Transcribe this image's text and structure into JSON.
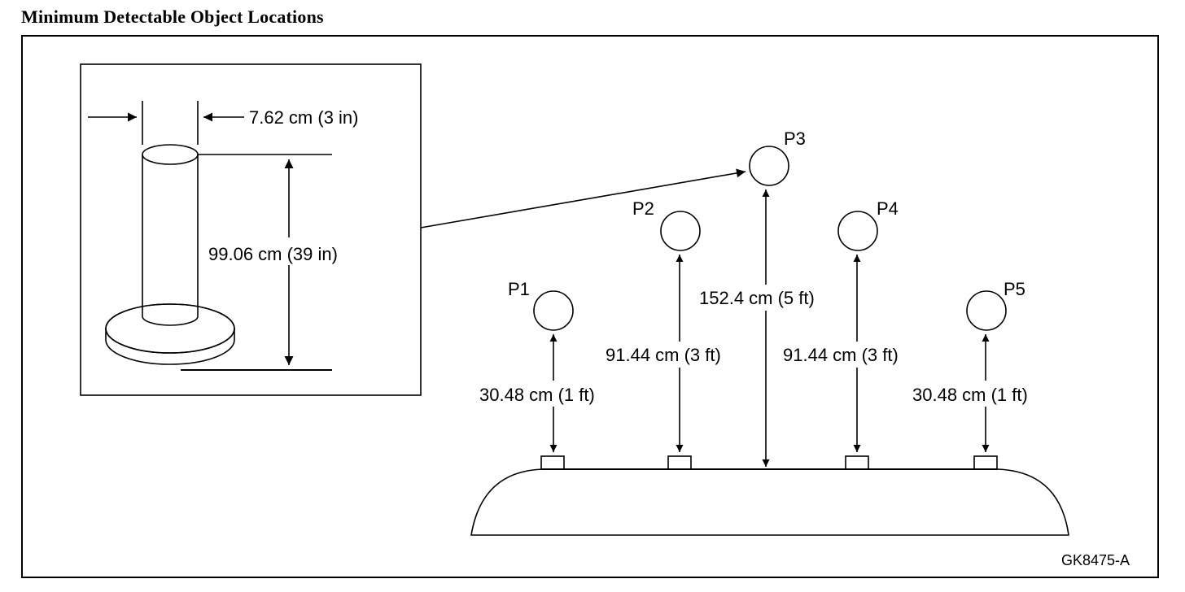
{
  "title": "Minimum Detectable Object Locations",
  "inset": {
    "diameter_label": "7.62 cm (3 in)",
    "height_label": "99.06 cm (39 in)"
  },
  "points": [
    {
      "id": "P1",
      "label": "P1",
      "distance_label": "30.48 cm (1 ft)"
    },
    {
      "id": "P2",
      "label": "P2",
      "distance_label": "91.44 cm (3 ft)"
    },
    {
      "id": "P3",
      "label": "P3",
      "distance_label": "152.4 cm (5 ft)"
    },
    {
      "id": "P4",
      "label": "P4",
      "distance_label": "91.44 cm (3 ft)"
    },
    {
      "id": "P5",
      "label": "P5",
      "distance_label": "30.48 cm (1 ft)"
    }
  ],
  "figure_code": "GK8475-A"
}
